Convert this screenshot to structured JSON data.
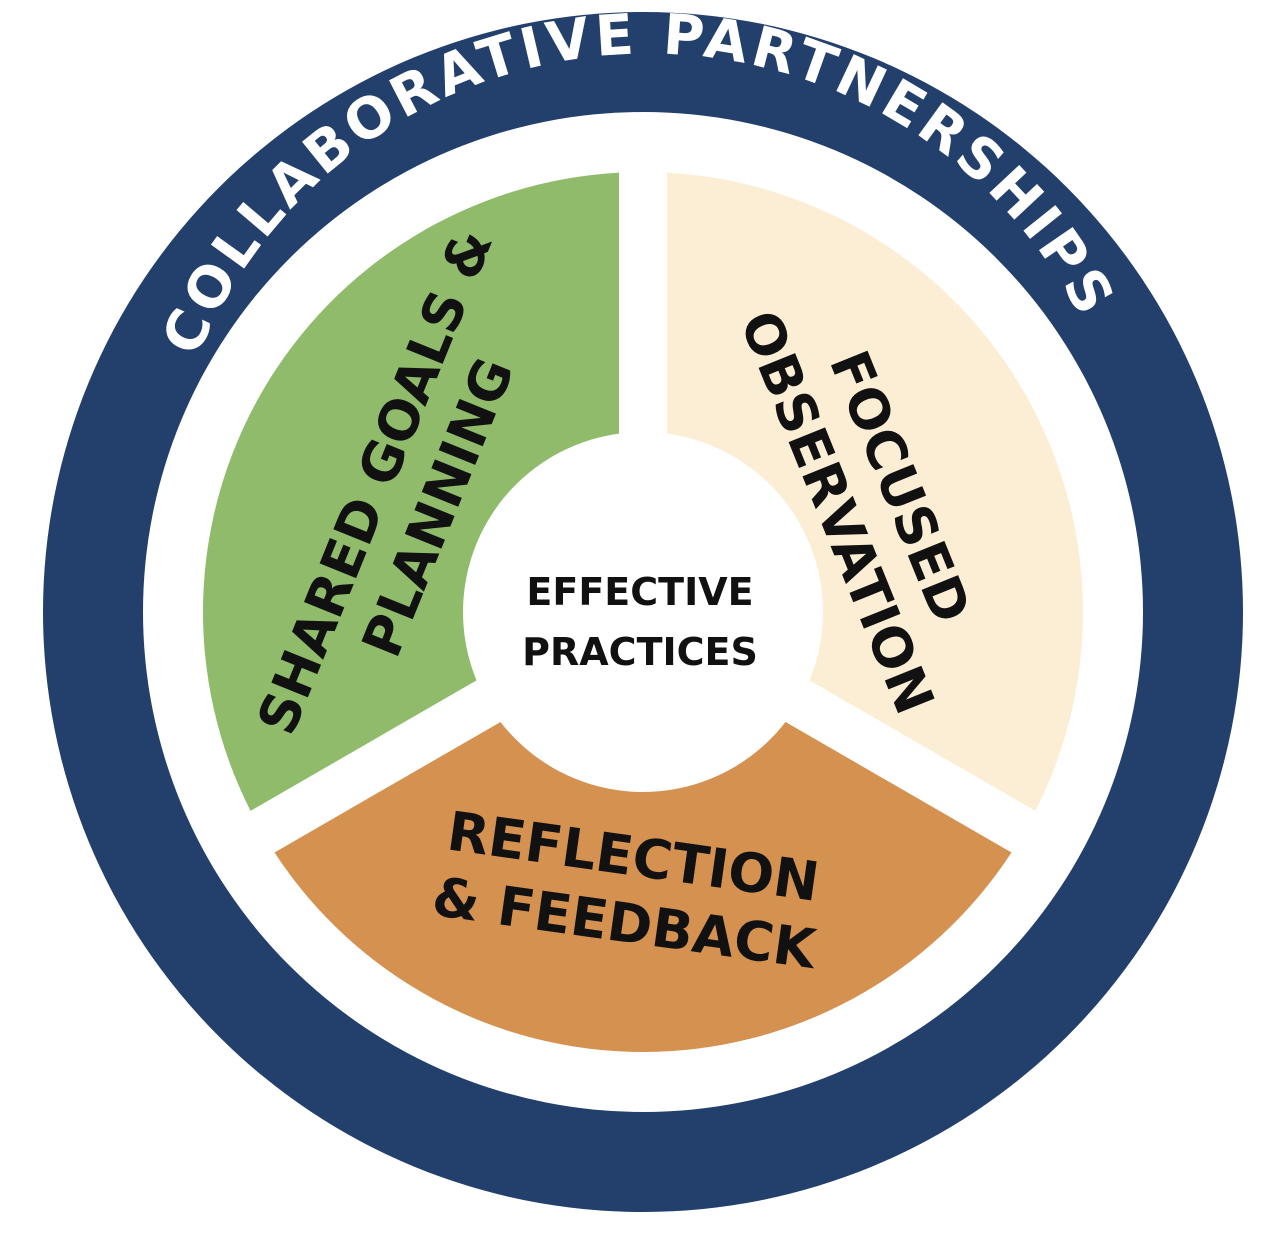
{
  "ring": {
    "label": "COLLABORATIVE PARTNERSHIPS"
  },
  "center": {
    "line1": "EFFECTIVE",
    "line2": "PRACTICES"
  },
  "segments": [
    {
      "key": "shared",
      "line1": "SHARED GOALS &",
      "line2": "PLANNING",
      "color": "#8fbb6b"
    },
    {
      "key": "focused",
      "line1": "FOCUSED",
      "line2": "OBSERVATION",
      "color": "#fbeed5"
    },
    {
      "key": "reflection",
      "line1": "REFLECTION",
      "line2": "& FEEDBACK",
      "color": "#d49150"
    }
  ],
  "colors": {
    "ring": "#233f6c",
    "gap": "#ffffff"
  }
}
